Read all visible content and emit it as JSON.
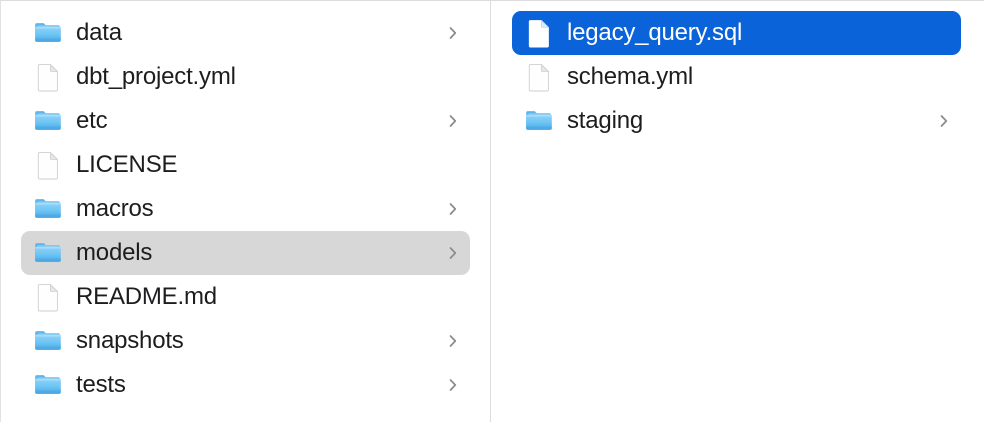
{
  "window": {
    "view_mode": "column-view",
    "background_color": "#ffffff",
    "divider_color": "#dcdcdc",
    "selection_gray": "#d7d7d7",
    "selection_blue": "#0b63da",
    "text_color": "#1d1d1f",
    "selected_text_color": "#ffffff",
    "chevron_color": "#8a8a8e"
  },
  "columns": [
    {
      "name": "parent-column",
      "items": [
        {
          "label": "data",
          "kind": "folder",
          "icon": "folder-icon",
          "has_chevron": true,
          "selected": false,
          "selection": "none"
        },
        {
          "label": "dbt_project.yml",
          "kind": "file",
          "icon": "document-icon",
          "has_chevron": false,
          "selected": false,
          "selection": "none"
        },
        {
          "label": "etc",
          "kind": "folder",
          "icon": "folder-icon",
          "has_chevron": true,
          "selected": false,
          "selection": "none"
        },
        {
          "label": "LICENSE",
          "kind": "file",
          "icon": "document-icon",
          "has_chevron": false,
          "selected": false,
          "selection": "none"
        },
        {
          "label": "macros",
          "kind": "folder",
          "icon": "folder-icon",
          "has_chevron": true,
          "selected": false,
          "selection": "none"
        },
        {
          "label": "models",
          "kind": "folder",
          "icon": "folder-icon",
          "has_chevron": true,
          "selected": true,
          "selection": "gray"
        },
        {
          "label": "README.md",
          "kind": "file",
          "icon": "document-icon",
          "has_chevron": false,
          "selected": false,
          "selection": "none"
        },
        {
          "label": "snapshots",
          "kind": "folder",
          "icon": "folder-icon",
          "has_chevron": true,
          "selected": false,
          "selection": "none"
        },
        {
          "label": "tests",
          "kind": "folder",
          "icon": "folder-icon",
          "has_chevron": true,
          "selected": false,
          "selection": "none"
        }
      ]
    },
    {
      "name": "child-column",
      "items": [
        {
          "label": "legacy_query.sql",
          "kind": "file",
          "icon": "document-icon",
          "has_chevron": false,
          "selected": true,
          "selection": "blue"
        },
        {
          "label": "schema.yml",
          "kind": "file",
          "icon": "document-icon",
          "has_chevron": false,
          "selected": false,
          "selection": "none"
        },
        {
          "label": "staging",
          "kind": "folder",
          "icon": "folder-icon",
          "has_chevron": true,
          "selected": false,
          "selection": "none"
        }
      ]
    }
  ]
}
